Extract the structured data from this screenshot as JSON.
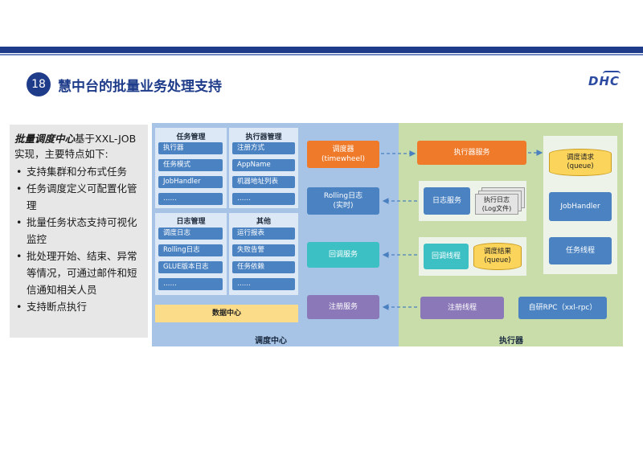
{
  "header": {
    "page_number": "18",
    "title": "慧中台的批量业务处理支持",
    "logo_text": "DHC"
  },
  "intro": {
    "title": "批量调度中心",
    "text": "基于XXL-JOB 实现，主要特点如下:",
    "bullets": [
      "支持集群和分布式任务",
      "任务调度定义可配置化管理",
      "批量任务状态支持可视化监控",
      "批处理开始、结束、异常等情况，可通过邮件和短信通知相关人员",
      "支持断点执行"
    ]
  },
  "diagram": {
    "dispatch_center_label": "调度中心",
    "executor_label": "执行器",
    "data_center": "数据中心",
    "panels": [
      {
        "title": "任务管理",
        "items": [
          "执行器",
          "任务模式",
          "JobHandler",
          "……"
        ]
      },
      {
        "title": "执行器管理",
        "items": [
          "注册方式",
          "AppName",
          "机器地址列表",
          "……"
        ]
      },
      {
        "title": "日志管理",
        "items": [
          "调度日志",
          "Rolling日志",
          "GLUE版本日志",
          "……"
        ]
      },
      {
        "title": "其他",
        "items": [
          "运行报表",
          "失败告警",
          "任务依赖",
          "……"
        ]
      }
    ],
    "center": {
      "scheduler": "调度器\n(timewheel)",
      "rolling_log": "Rolling日志\n(实时)",
      "callback_service": "回调服务",
      "register_service": "注册服务"
    },
    "executor": {
      "executor_service": "执行器服务",
      "log_service": "日志服务",
      "exec_log": "执行日志\n(Log文件)",
      "callback_thread": "回调线程",
      "result_queue": "调度结果\n(queue)",
      "register_thread": "注册线程",
      "request_queue": "调度请求\n(queue)",
      "job_handler": "JobHandler",
      "task_thread": "任务线程",
      "rpc": "自研RPC（xxl-rpc）"
    }
  }
}
